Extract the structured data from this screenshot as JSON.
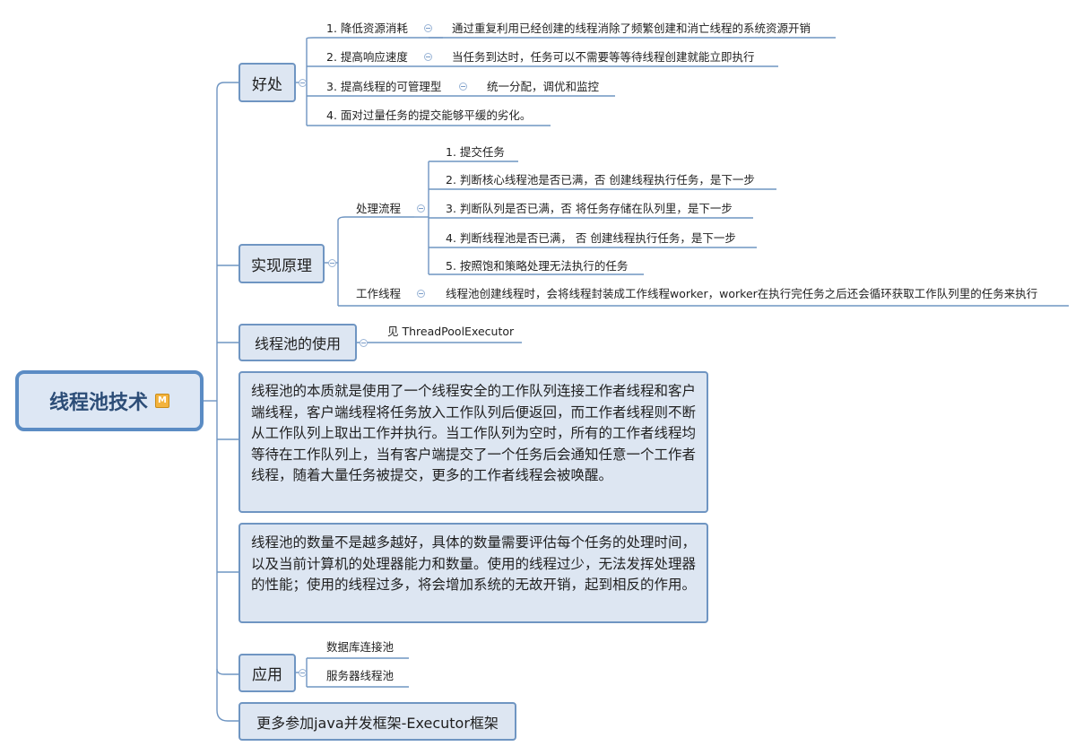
{
  "root": {
    "title": "线程池技术",
    "marker": "M"
  },
  "benefits": {
    "label": "好处",
    "items": [
      {
        "title": "1. 降低资源消耗",
        "detail": "通过重复利用已经创建的线程消除了频繁创建和消亡线程的系统资源开销"
      },
      {
        "title": "2. 提高响应速度",
        "detail": "当任务到达时，任务可以不需要等等待线程创建就能立即执行"
      },
      {
        "title": "3. 提高线程的可管理型",
        "detail": "统一分配，调优和监控"
      },
      {
        "title": "4. 面对过量任务的提交能够平缓的劣化。"
      }
    ]
  },
  "principle": {
    "label": "实现原理",
    "flow": {
      "label": "处理流程",
      "steps": [
        "1. 提交任务",
        "2. 判断核心线程池是否已满，否 创建线程执行任务，是下一步",
        "3. 判断队列是否已满，否 将任务存储在队列里，是下一步",
        "4. 判断线程池是否已满， 否 创建线程执行任务，是下一步",
        "5. 按照饱和策略处理无法执行的任务"
      ]
    },
    "worker": {
      "label": "工作线程",
      "detail": "线程池创建线程时，会将线程封装成工作线程worker，worker在执行完任务之后还会循环获取工作队列里的任务来执行"
    }
  },
  "usage": {
    "label": "线程池的使用",
    "detail": "见 ThreadPoolExecutor"
  },
  "essence": "线程池的本质就是使用了一个线程安全的工作队列连接工作者线程和客户端线程，客户端线程将任务放入工作队列后便返回，而工作者线程则不断从工作队列上取出工作并执行。当工作队列为空时，所有的工作者线程均等待在工作队列上，当有客户端提交了一个任务后会通知任意一个工作者线程，随着大量任务被提交，更多的工作者线程会被唤醒。",
  "quantity": "线程池的数量不是越多越好，具体的数量需要评估每个任务的处理时间，以及当前计算机的处理器能力和数量。使用的线程过少，无法发挥处理器的性能；使用的线程过多，将会增加系统的无故开销，起到相反的作用。",
  "application": {
    "label": "应用",
    "items": [
      "数据库连接池",
      "服务器线程池"
    ]
  },
  "more": "更多参加java并发框架-Executor框架",
  "colors": {
    "line": "#6f95c2",
    "node_fill": "#dde6f2",
    "root_border": "#5b8cc4",
    "text": "#1f1f1f"
  }
}
